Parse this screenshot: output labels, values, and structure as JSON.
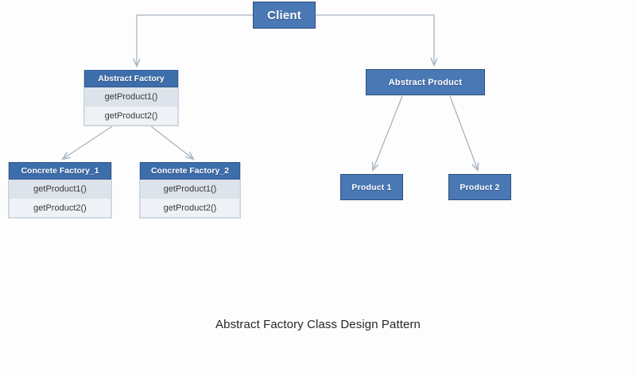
{
  "diagram": {
    "caption": "Abstract Factory Class Design Pattern",
    "colors": {
      "box_fill": "#4a78b5",
      "box_border": "#2f4f7a",
      "title_fill": "#3d6eac",
      "row_shade_a": "#dde3ea",
      "row_shade_b": "#eef1f5",
      "connector": "#a9b4c0",
      "background": "#fdfdfd",
      "caption_text": "#262626"
    },
    "nodes": {
      "client": {
        "label": "Client"
      },
      "abstract_factory": {
        "title": "Abstract Factory",
        "methods": [
          "getProduct1()",
          "getProduct2()"
        ]
      },
      "abstract_product": {
        "label": "Abstract Product"
      },
      "concrete_factory_1": {
        "title": "Concrete Factory_1",
        "methods": [
          "getProduct1()",
          "getProduct2()"
        ]
      },
      "concrete_factory_2": {
        "title": "Concrete Factory_2",
        "methods": [
          "getProduct1()",
          "getProduct2()"
        ]
      },
      "product_1": {
        "label": "Product 1"
      },
      "product_2": {
        "label": "Product 2"
      }
    },
    "connections": [
      {
        "from": "client",
        "to": "abstract_factory",
        "style": "orthogonal-arrow"
      },
      {
        "from": "client",
        "to": "abstract_product",
        "style": "orthogonal-arrow"
      },
      {
        "from": "abstract_factory",
        "to": "concrete_factory_1",
        "style": "diagonal-arrow"
      },
      {
        "from": "abstract_factory",
        "to": "concrete_factory_2",
        "style": "diagonal-arrow"
      },
      {
        "from": "abstract_product",
        "to": "product_1",
        "style": "diagonal-arrow"
      },
      {
        "from": "abstract_product",
        "to": "product_2",
        "style": "diagonal-arrow"
      }
    ]
  }
}
